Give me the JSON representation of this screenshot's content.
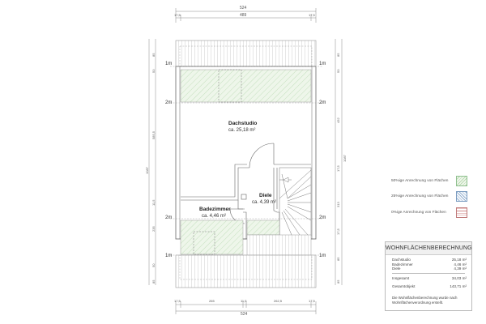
{
  "plan": {
    "rooms": [
      {
        "name": "Dachstudio",
        "area": "ca. 25,18 m²"
      },
      {
        "name": "Diele",
        "area": "ca. 4,39 m²"
      },
      {
        "name": "Badezimmer",
        "area": "ca. 4,46 m²"
      }
    ],
    "height_markers": {
      "left_1m_top": "1m",
      "left_2m_top": "2m",
      "left_2m_bottom": "2m",
      "left_1m_bottom": "1m",
      "right_1m_top": "1m",
      "right_2m_top": "2m",
      "right_2m_bottom": "2m",
      "right_1m_bottom": "1m"
    }
  },
  "dimensions": {
    "top": {
      "outer": "524",
      "inner": "489",
      "left_end": "17,5",
      "right_end": "17,5"
    },
    "bottom": {
      "seg1": "17,5",
      "seg2": "265",
      "seg3": "11,5",
      "seg4": "262,5",
      "seg5": "17,5",
      "total": "524"
    },
    "left": {
      "total": "1087",
      "a": "85",
      "b": "50",
      "c": "17,5",
      "d": "585,5",
      "e": "11,5",
      "f": "235",
      "g": "17,5",
      "h": "50",
      "i": "85"
    },
    "right": {
      "total": "1087",
      "a": "85",
      "b": "50",
      "c": "17,5",
      "d": "432",
      "e": "17,5",
      "f": "313",
      "g": "17,5",
      "h": "85",
      "i": "85"
    }
  },
  "legend": {
    "items": [
      {
        "label": "50%ige Anrechnung von Flächen",
        "color": "#8fc08f",
        "pattern": "diagonal-green"
      },
      {
        "label": "25%ige Anrechnung von Flächen",
        "color": "#7a9cc0",
        "pattern": "diagonal-blue"
      },
      {
        "label": "0%ige Anrechnung von Flächen",
        "color": "#d08a8a",
        "pattern": "horizontal-red"
      }
    ]
  },
  "summary": {
    "title": "WOHNFLÄCHENBERECHNUNG",
    "rows": [
      {
        "label": "Dachstudio",
        "value": "25,18 m²"
      },
      {
        "label": "Badezimmer",
        "value": "4,46 m²"
      },
      {
        "label": "Diele",
        "value": "4,39 m²"
      }
    ],
    "total_label": "Insgesamt",
    "total_value": "34,03 m²",
    "overall_label": "Gesamtobjekt",
    "overall_value": "143,71 m²",
    "note": "Die Wohnflächenberechnung wurde nach Wohnflächenverordnung erstellt."
  },
  "colors": {
    "hatch_green": "#a8d0a0",
    "fill_green": "#eef6ea",
    "line": "#666666",
    "roof_line": "#999999"
  }
}
